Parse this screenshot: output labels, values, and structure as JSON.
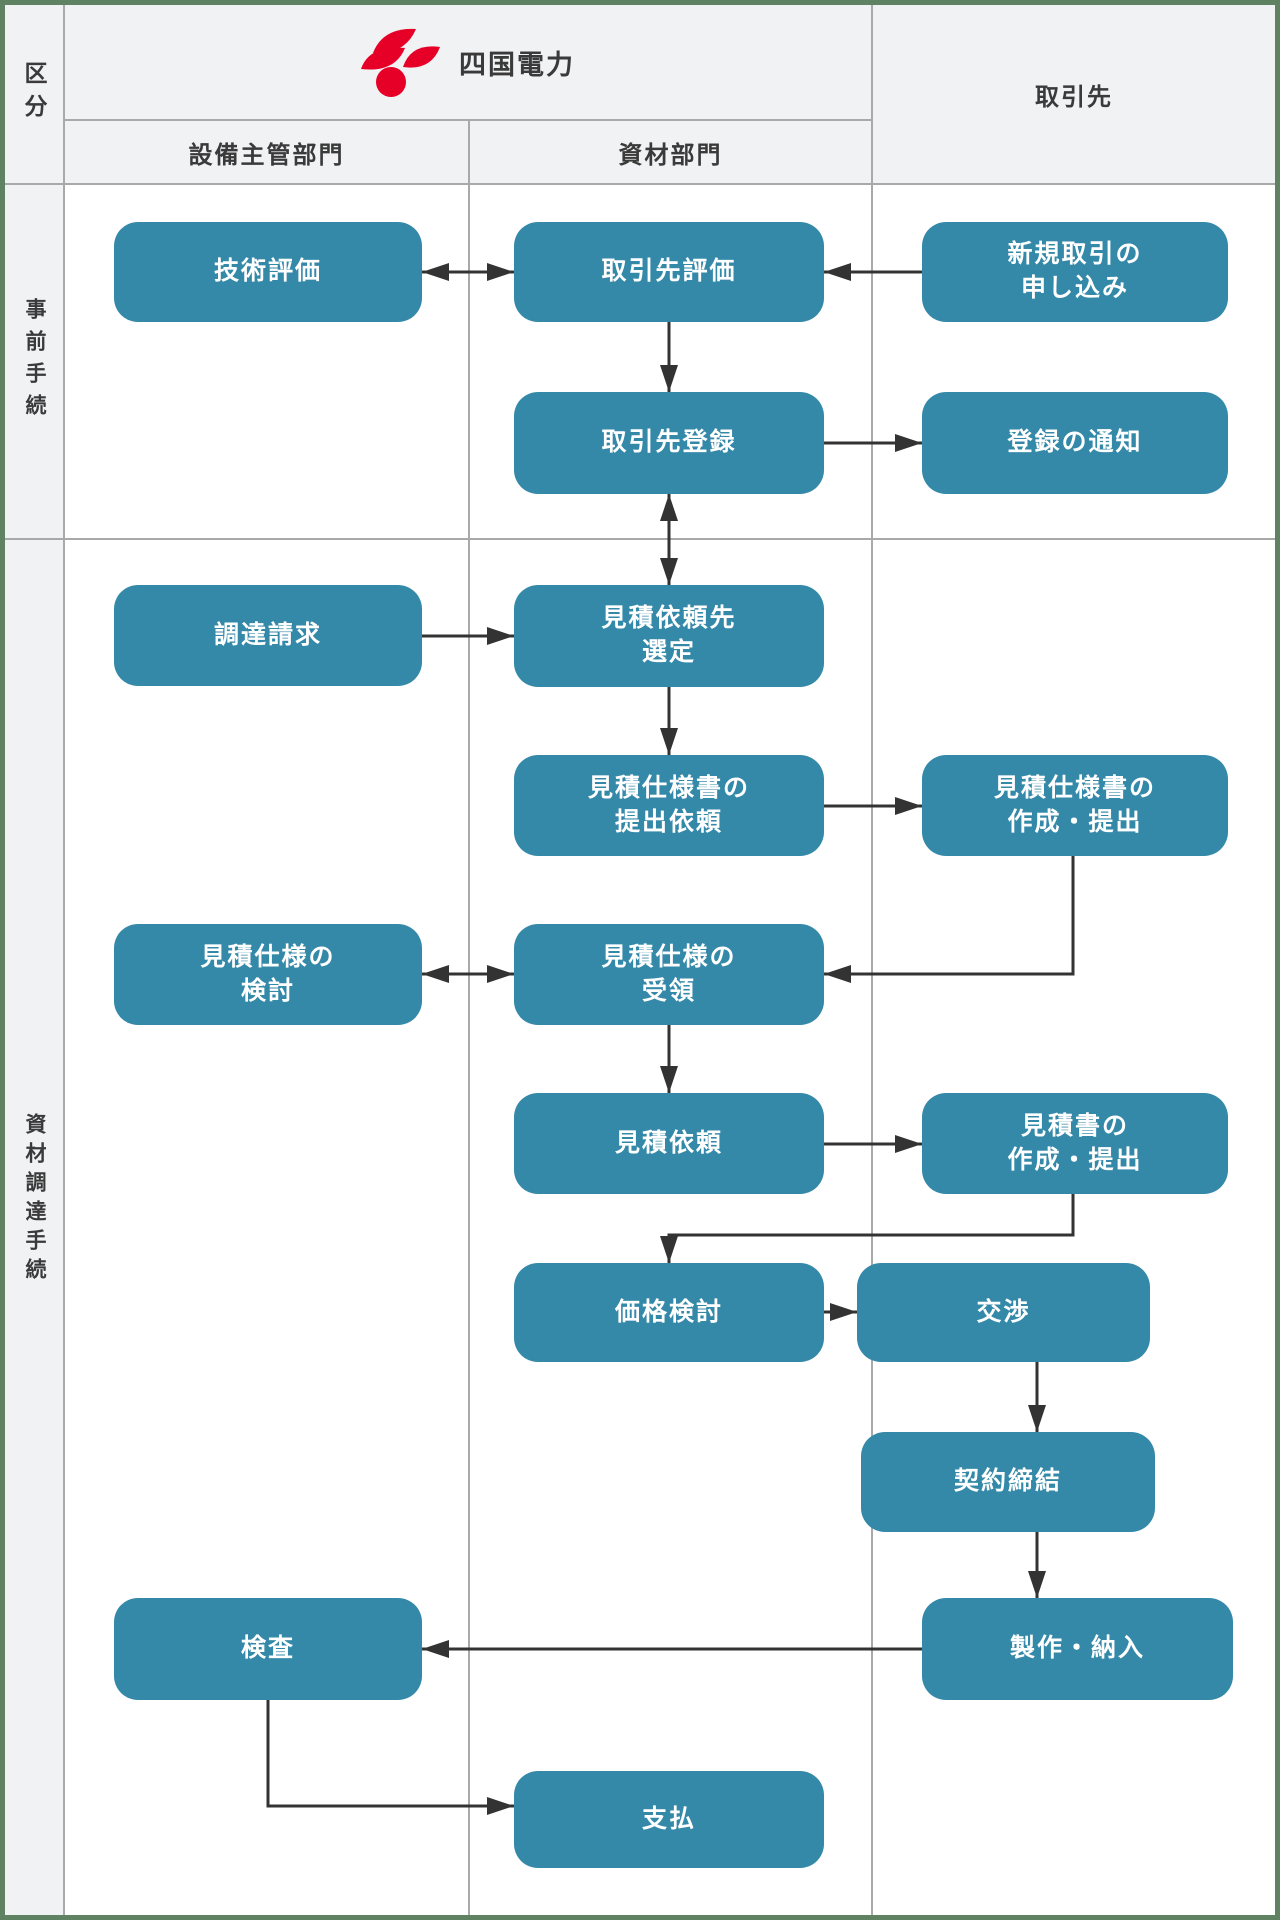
{
  "header": {
    "category_label": "区分",
    "company_name": "四国電力",
    "dept_left": "設備主管部門",
    "dept_mid": "資材部門",
    "partner": "取引先"
  },
  "sections": [
    {
      "label": "事前手続"
    },
    {
      "label": "資材調達手続"
    }
  ],
  "nodes": {
    "technical_evaluation": "技術評価",
    "supplier_evaluation": "取引先評価",
    "new_transaction_application": "新規取引の\n申し込み",
    "supplier_registration": "取引先登録",
    "registration_notice": "登録の通知",
    "procurement_request": "調達請求",
    "rfq_supplier_selection": "見積依頼先\n選定",
    "spec_submission_request": "見積仕様書の\n提出依頼",
    "spec_creation_submission": "見積仕様書の\n作成・提出",
    "spec_review": "見積仕様の\n検討",
    "spec_receipt": "見積仕様の\n受領",
    "quotation_request": "見積依頼",
    "quotation_creation_submission": "見積書の\n作成・提出",
    "price_review": "価格検討",
    "negotiation": "交渉",
    "contract_conclusion": "契約締結",
    "inspection": "検査",
    "production_delivery": "製作・納入",
    "payment": "支払"
  },
  "colors": {
    "node_fill": "#3489a9",
    "node_text": "#ffffff",
    "logo_red": "#e60027",
    "frame_green": "#5f8263",
    "arrow_line": "#333333",
    "grid_gray": "#a9a9a9",
    "header_bg": "#f1f2f4",
    "text_dark": "#3a3a3a",
    "canvas": "#ffffff"
  }
}
